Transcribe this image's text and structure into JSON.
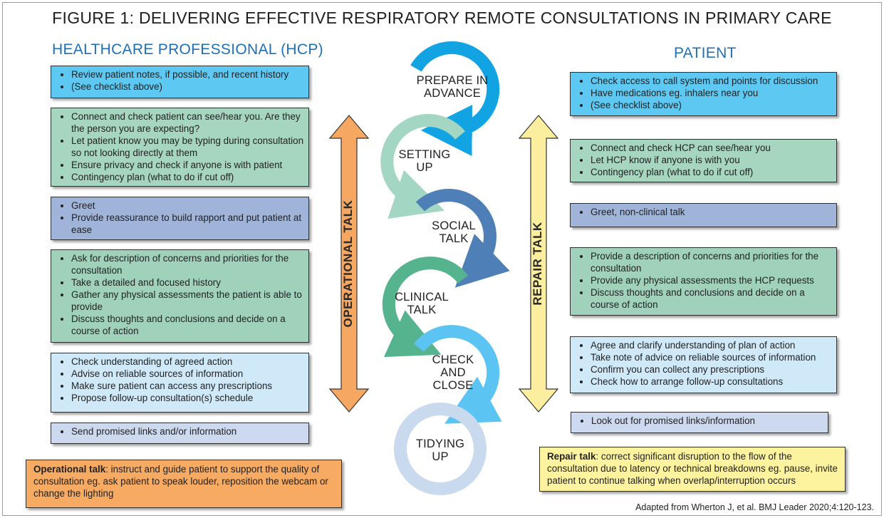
{
  "title": "FIGURE 1: DELIVERING EFFECTIVE RESPIRATORY REMOTE CONSULTATIONS IN PRIMARY CARE",
  "hcp": {
    "heading": "HEALTHCARE PROFESSIONAL (HCP)",
    "boxes": [
      [
        "Review patient notes, if possible, and recent history",
        "(See checklist above)"
      ],
      [
        "Connect and check patient can see/hear you. Are they the person you are expecting?",
        "Let patient know you may be typing during consultation so not looking directly at them",
        "Ensure privacy and check if anyone is with patient",
        "Contingency plan (what to do if cut off)"
      ],
      [
        "Greet",
        "Provide reassurance to build rapport and put patient at ease"
      ],
      [
        "Ask for description of concerns and priorities for the consultation",
        "Take a detailed and focused history",
        "Gather any physical assessments the patient is able to provide",
        "Discuss thoughts and conclusions and decide on a course of action"
      ],
      [
        "Check understanding of agreed action",
        "Advise on reliable sources of information",
        "Make sure patient can access any prescriptions",
        "Propose follow-up consultation(s) schedule"
      ],
      [
        "Send promised links and/or information"
      ]
    ],
    "arrow_label": "OPERATIONAL TALK",
    "note_bold": "Operational talk",
    "note_text": ": instruct and guide patient to support the quality of consultation eg. ask patient to speak louder, reposition the webcam or change the lighting"
  },
  "patient": {
    "heading": "PATIENT",
    "boxes": [
      [
        "Check access to call system and points for discussion",
        "Have medications eg. inhalers near you",
        "(See checklist above)"
      ],
      [
        "Connect and check HCP can see/hear you",
        "Let HCP know if anyone is with you",
        "Contingency plan (what to do if cut off)"
      ],
      [
        "Greet, non-clinical talk"
      ],
      [
        "Provide a description of concerns and priorities for the consultation",
        "Provide any physical assessments the HCP requests",
        "Discuss thoughts and conclusions and decide on a course of action"
      ],
      [
        "Agree and clarify understanding of plan of action",
        "Take note of advice on reliable sources of information",
        "Confirm you can collect any prescriptions",
        "Check how to arrange follow-up consultations"
      ],
      [
        "Look out for promised links/information"
      ]
    ],
    "arrow_label": "REPAIR TALK",
    "note_bold": "Repair talk",
    "note_text": ": correct significant disruption to the flow of the consultation due to latency or technical breakdowns eg. pause, invite patient to continue talking when overlap/interruption occurs"
  },
  "steps": [
    {
      "line1": "PREPARE IN",
      "line2": "ADVANCE",
      "color": "#12a3e3"
    },
    {
      "line1": "SETTING",
      "line2": "UP",
      "color": "#a3d7c3"
    },
    {
      "line1": "SOCIAL",
      "line2": "TALK",
      "color": "#4f7fb7"
    },
    {
      "line1": "CLINICAL",
      "line2": "TALK",
      "color": "#55b48e"
    },
    {
      "line1": "CHECK",
      "line2": "AND",
      "line3": "CLOSE",
      "color": "#5cc4f2"
    },
    {
      "line1": "TIDYING",
      "line2": "UP",
      "color": "#c9daef"
    }
  ],
  "colors": {
    "operational_arrow": "#f6a862",
    "repair_arrow": "#fbef9f",
    "operational_note": "#f7aa62",
    "repair_note": "#fdf39e",
    "heading_blue": "#1f6fb5"
  },
  "source": "Adapted from Wherton J, et al. BMJ Leader 2020;4:120-123."
}
